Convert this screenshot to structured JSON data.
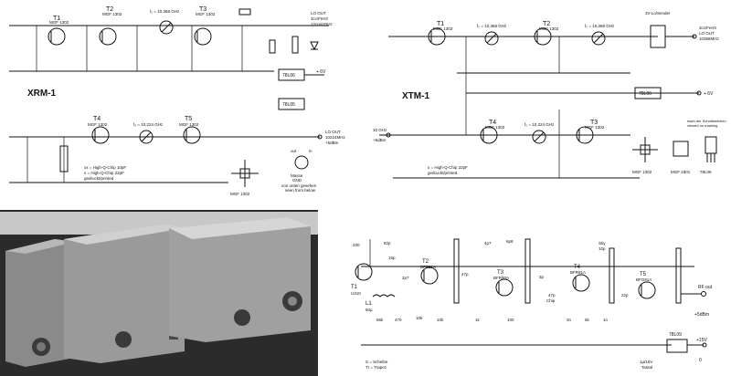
{
  "panels": {
    "xrm": {
      "title": "XRM-1",
      "transistors": [
        "T1",
        "T2",
        "T3"
      ],
      "transistor_types": [
        "MGF 1302",
        "MGF 1302",
        "MGF 1302"
      ],
      "filter_1": "f₀ = 10,368 GHz",
      "output": [
        "LO OUT",
        "3cc/Ferrit",
        "12cm/2GHz"
      ],
      "regulator": "78L06",
      "plus6v": "+ 6V"
    },
    "xrm_lo": {
      "transistors": [
        "T4",
        "T5"
      ],
      "transistor_types": [
        "MGF 1302",
        "MGF 1302"
      ],
      "filter": "f₀ = 10,224 GHz",
      "output": [
        "LO OUT",
        "10224MHz",
        "+5dBm"
      ],
      "regulator": "78L05",
      "regulator_caption": [
        "out",
        "in"
      ],
      "pin_captions": [
        "Masse",
        "GND"
      ],
      "view_note": [
        "von unten gesehen",
        "seen from below"
      ],
      "fet_label": "MGF 1302",
      "legend": [
        "xx = High-Q-Chip 10pF",
        "x = High-Q-Chip 22pF",
        "gedruckt/printed"
      ]
    },
    "xtm": {
      "title": "XTM-1",
      "transistors": [
        "T1",
        "T2",
        "T3",
        "T4"
      ],
      "transistor_types": [
        "MGF 1302",
        "MGF 1302",
        "MGF 1302",
        "MGF 1302"
      ],
      "filters": [
        "f₀ = 10,368 GHz",
        "f₀ = 10,368 GHz",
        "f₀ = 10,224 GHz"
      ],
      "output": [
        "3cc/Ferrit",
        "LO OUT",
        "10368MHz"
      ],
      "attenuator": "3V-Lo/Sender",
      "regulator": "78L06",
      "plus_v": "+ 6V",
      "input": [
        "10 GHz",
        "+5dBm"
      ],
      "legend": [
        "x = High-Q-Chip 22pF",
        "gedruckt/printed"
      ],
      "bottom_labels": [
        "MGF 1302",
        "MGF 1801",
        "78L06"
      ],
      "pinout_note": [
        "nach der Schnittzeichen",
        "viewed on marking"
      ]
    },
    "photo_caption": "",
    "lower_schematic": {
      "transistors": [
        "T1",
        "T2",
        "T3",
        "T4",
        "T5"
      ],
      "transistor_types": [
        "U310",
        "BFR91A",
        "BFR90A",
        "BFR91A",
        "BFG91A"
      ],
      "components": [
        "200",
        "82p",
        "15p",
        "2p7",
        "10k",
        "47p",
        "4p7",
        "6p8",
        "3p",
        "1k",
        "56k",
        "470",
        "10k",
        "100",
        "47p",
        "Chip",
        "3n",
        "5k",
        "1n",
        "22p",
        "Sky",
        "10p"
      ],
      "crystal": "L1",
      "crystal_value": "50µ",
      "output": [
        "RF out",
        "+5dBm"
      ],
      "regulator": "78L09",
      "supply": "+15V",
      "cap": "1µ/16V",
      "cap2": "Tantal",
      "gnd_label": "0",
      "legend": [
        "S = Scheibe",
        "Tr = Trapez"
      ]
    }
  }
}
